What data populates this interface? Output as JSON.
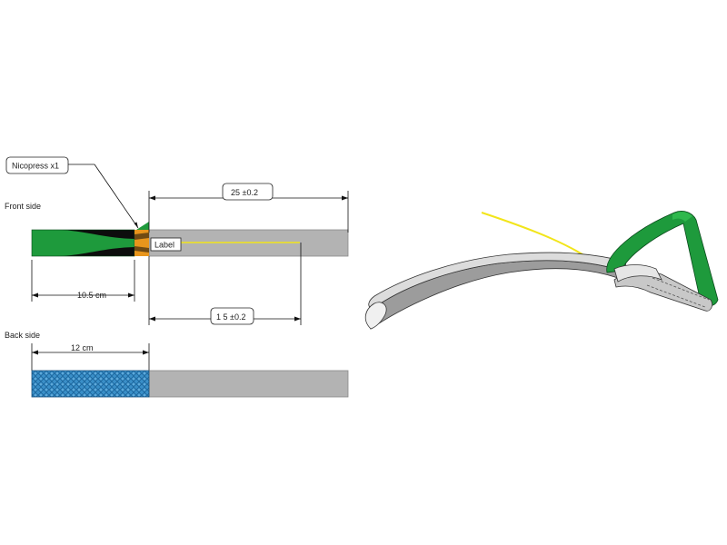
{
  "labels": {
    "front_side": "Front side",
    "back_side": "Back side",
    "nicopress": "Nicopress x1",
    "tag": "Label"
  },
  "dimensions": {
    "overall": "25 ±0.2",
    "label_wire": "1 5  ±0.2",
    "front_loop": "10.5 cm",
    "back_loop": "12 cm"
  },
  "colors": {
    "strap": "#b3b3b3",
    "strap_outline": "#8a8a8a",
    "loop_green": "#1e9a3c",
    "loop_black": "#0d0d0d",
    "nicopress_orange": "#e8951c",
    "wire_yellow": "#f2e51a",
    "back_blue": "#3a8fc8"
  }
}
